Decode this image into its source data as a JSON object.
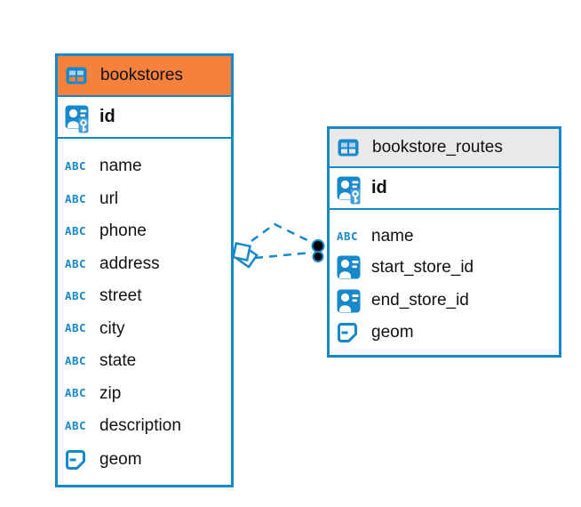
{
  "colors": {
    "accent-blue": "#1789ca",
    "header-bookstores": "#f6813d",
    "header-routes": "#e9e9e9",
    "icon-cell": "#abd3ee",
    "key-bg": "#45a0d8",
    "text": "#111111",
    "dot-black": "#000000",
    "background": "#ffffff"
  },
  "icons": {
    "text_type_glyph": "ABC"
  },
  "diagram": {
    "tables": [
      {
        "title": "bookstores",
        "header_color": "#f6813d",
        "pk": {
          "name": "id",
          "icon": "person-key-icon"
        },
        "fields": [
          {
            "name": "name",
            "type": "text"
          },
          {
            "name": "url",
            "type": "text"
          },
          {
            "name": "phone",
            "type": "text"
          },
          {
            "name": "address",
            "type": "text"
          },
          {
            "name": "street",
            "type": "text"
          },
          {
            "name": "city",
            "type": "text"
          },
          {
            "name": "state",
            "type": "text"
          },
          {
            "name": "zip",
            "type": "text"
          },
          {
            "name": "description",
            "type": "text"
          },
          {
            "name": "geom",
            "type": "geometry"
          }
        ]
      },
      {
        "title": "bookstore_routes",
        "header_color": "#e9e9e9",
        "pk": {
          "name": "id",
          "icon": "person-key-icon"
        },
        "fields": [
          {
            "name": "name",
            "type": "text"
          },
          {
            "name": "start_store_id",
            "type": "reference"
          },
          {
            "name": "end_store_id",
            "type": "reference"
          },
          {
            "name": "geom",
            "type": "geometry"
          }
        ]
      }
    ],
    "relation": {
      "from_table": "bookstores",
      "to_table": "bookstore_routes",
      "line_style": "dashed",
      "line_count": 2,
      "start_marker": "stacked-diamonds",
      "end_marker": "stacked-dots"
    }
  }
}
